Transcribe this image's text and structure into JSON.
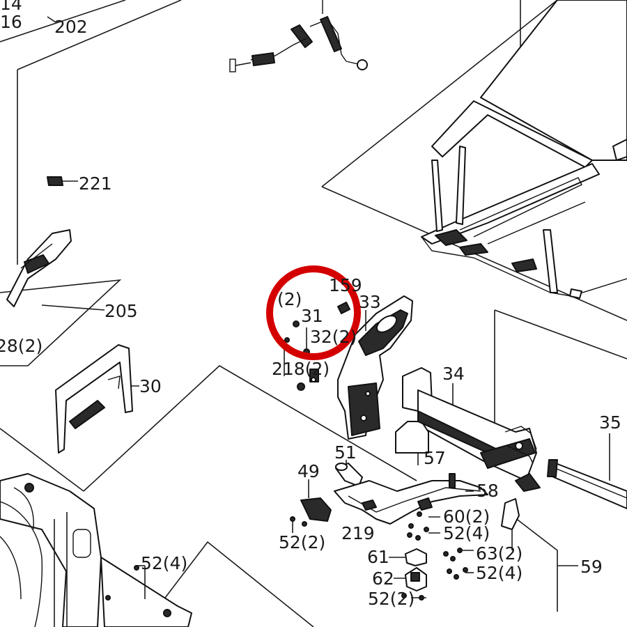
{
  "labels": {
    "l14": "14",
    "l16": "16",
    "l202": "202",
    "l221": "221",
    "l205": "205",
    "l28_2": "28(2)",
    "l30": "30",
    "l2_2": "(2)",
    "l31": "31",
    "l159": "159",
    "l33": "33",
    "l32": "32(2)",
    "l218": "218(2)",
    "l34": "34",
    "l35": "35",
    "l51": "51",
    "l49": "49",
    "l57": "57",
    "l58": "58",
    "l60": "60(2)",
    "l52_4a": "52(4)",
    "l52_2a": "52(2)",
    "l219": "219",
    "l61": "61",
    "l63": "63(2)",
    "l52_4b": "52(4)",
    "l59": "59",
    "l62": "62",
    "l52_2b": "52(2)",
    "l52_4c": "52(4)"
  },
  "highlight": {
    "color": "#d40000"
  },
  "colors": {
    "line": "#1a1a1a",
    "part_fill": "#2a2a2a",
    "background": "#ffffff"
  }
}
